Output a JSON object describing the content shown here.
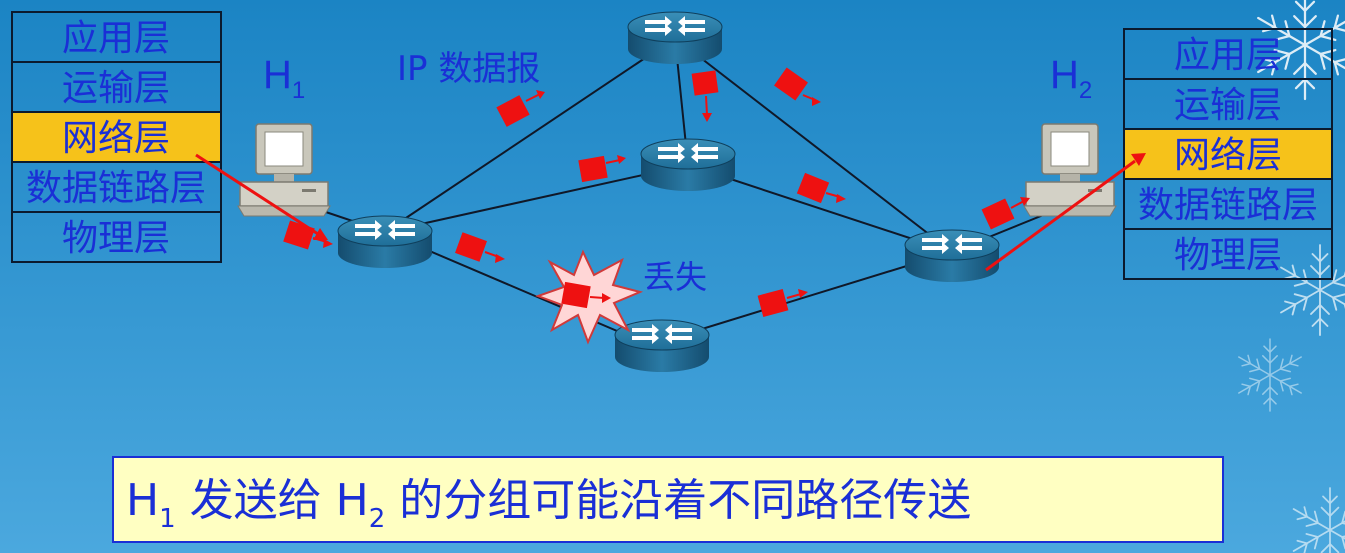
{
  "left_stack": {
    "layers": [
      "应用层",
      "运输层",
      "网络层",
      "数据链路层",
      "物理层"
    ],
    "highlight": "网络层"
  },
  "right_stack": {
    "layers": [
      "应用层",
      "运输层",
      "网络层",
      "数据链路层",
      "物理层"
    ],
    "highlight": "网络层"
  },
  "host1": {
    "letter": "H",
    "sub": "1"
  },
  "host2": {
    "letter": "H",
    "sub": "2"
  },
  "datagram_label": "IP 数据报",
  "lost_label": "丢失",
  "caption": {
    "h1_letter": "H",
    "h1_sub": "1",
    "part1": "发送给",
    "h2_letter": "H",
    "h2_sub": "2",
    "part2": "的分组可能沿着不同路径传送"
  },
  "colors": {
    "background_top": "#1d86c6",
    "background_bottom": "#4aa6dc",
    "text": "#1a2fd6",
    "highlight": "#f6c21a",
    "packet": "#ee1111",
    "caption_fill": "#ffffc2",
    "lost_burst": "#ffd6d6"
  }
}
